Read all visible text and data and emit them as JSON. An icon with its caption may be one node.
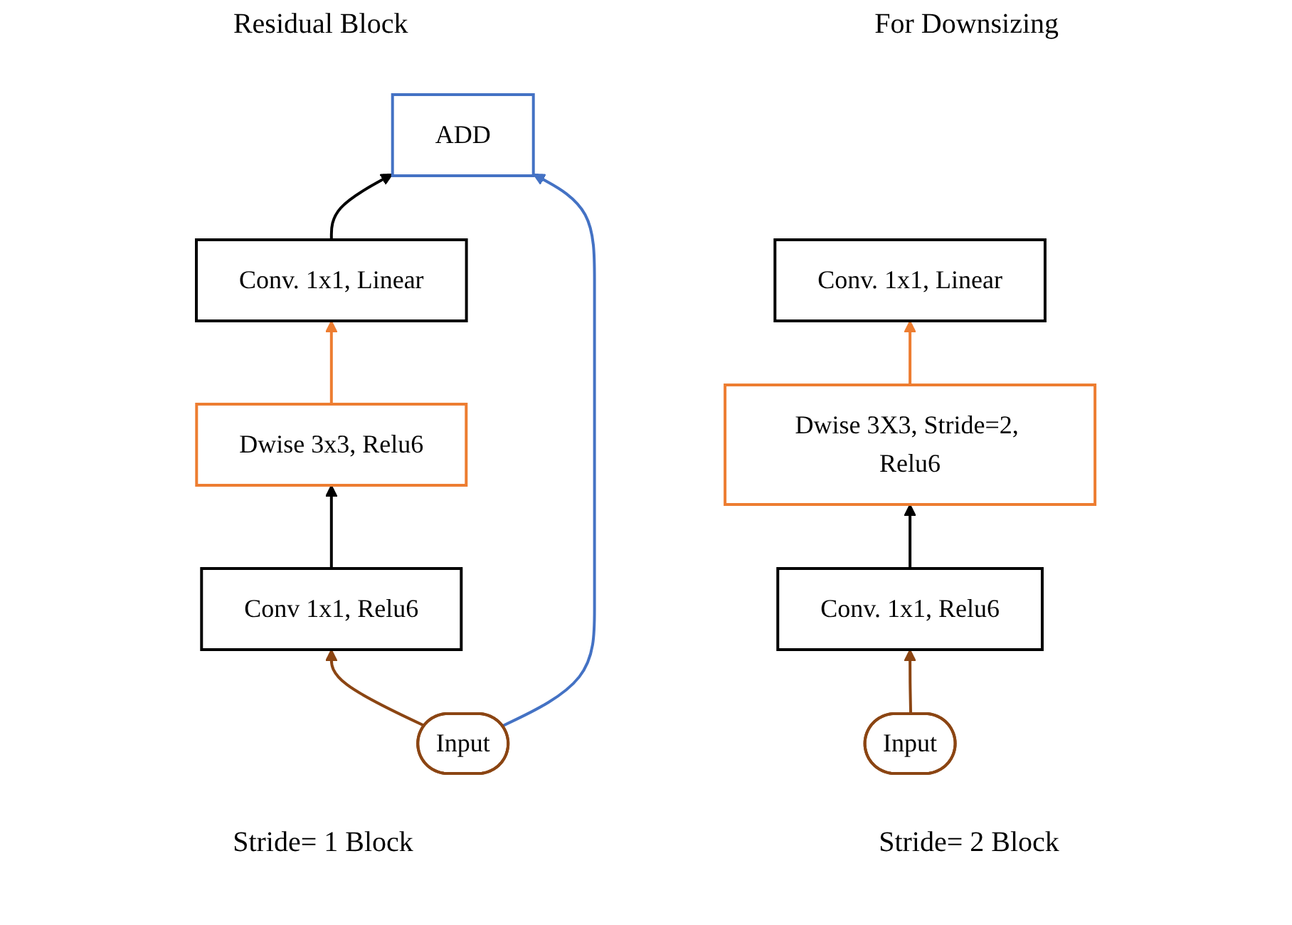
{
  "diagram": {
    "nodes": [
      {
        "text": [
          "ADD"
        ]
      },
      {
        "text": [
          "Conv. 1x1, Linear"
        ]
      },
      {
        "text": [
          "Dwise 3x3, Relu6"
        ]
      },
      {
        "text": [
          "Conv 1x1, Relu6"
        ]
      },
      {
        "text": [
          "Input"
        ]
      },
      {
        "text": [
          "Conv. 1x1, Linear"
        ]
      },
      {
        "text": [
          "Dwise 3X3, Stride=2, Relu6"
        ]
      },
      {
        "text": [
          "Conv. 1x1, Relu6"
        ]
      },
      {
        "text": [
          "Input"
        ]
      }
    ],
    "edges": [
      {
        "from": 4,
        "to": 3,
        "arrow": "to",
        "color": "#8b4513"
      },
      {
        "from": 3,
        "to": 2,
        "arrow": "to"
      },
      {
        "from": 2,
        "to": 1,
        "arrow": "to",
        "color": "#ed7d31"
      },
      {
        "from": 1,
        "to": 0,
        "arrow": "to"
      },
      {
        "from": 4,
        "to": 0,
        "arrow": "to",
        "color": "#4472c4"
      },
      {
        "from": 8,
        "to": 7,
        "arrow": "to",
        "color": "#8b4513"
      },
      {
        "from": 7,
        "to": 6,
        "arrow": "to"
      },
      {
        "from": 6,
        "to": 5,
        "arrow": "to",
        "color": "#ed7d31"
      }
    ],
    "labels": [
      "Residual Block",
      "For Downsizing",
      "Stride= 1 Block",
      "Stride= 2 Block"
    ]
  }
}
